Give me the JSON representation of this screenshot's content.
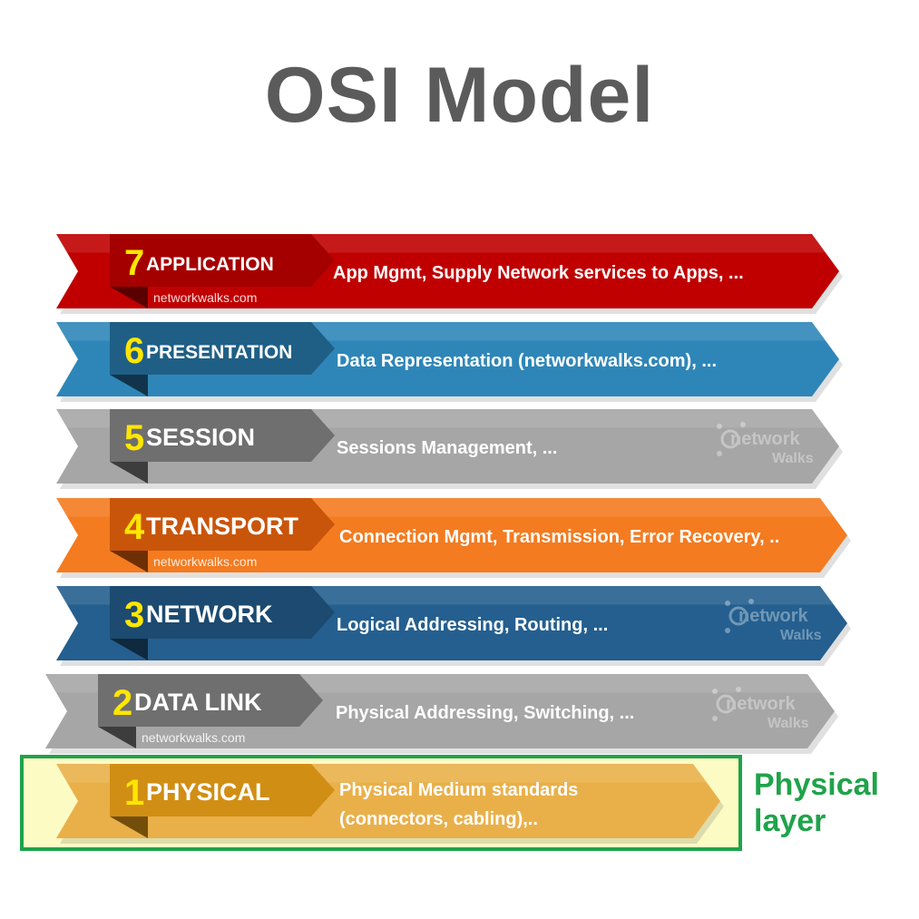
{
  "title": "OSI Model",
  "watermark_text": "networkwalks.com",
  "logo": {
    "line1": "network",
    "line2": "Walks"
  },
  "highlight": {
    "label_line1": "Physical",
    "label_line2": "layer",
    "color": "#1fa34a",
    "fill": "#fdfbc4"
  },
  "layers": [
    {
      "number": "7",
      "name": "APPLICATION",
      "description": [
        "App Mgmt, Supply Network services to Apps, ..."
      ],
      "color": "#c00000",
      "tab_color": "#a40000",
      "watermark": true,
      "logo": false
    },
    {
      "number": "6",
      "name": "PRESENTATION",
      "description": [
        "Data Representation (networkwalks.com), ..."
      ],
      "color": "#2e86b8",
      "tab_color": "#1f5f86",
      "watermark": false,
      "logo": false
    },
    {
      "number": "5",
      "name": "SESSION",
      "description": [
        "Sessions Management, ..."
      ],
      "color": "#a6a6a6",
      "tab_color": "#6f6f6f",
      "watermark": false,
      "logo": true
    },
    {
      "number": "4",
      "name": "TRANSPORT",
      "description": [
        "Connection Mgmt, Transmission, Error Recovery, .."
      ],
      "color": "#f47b20",
      "tab_color": "#c9550b",
      "watermark": true,
      "logo": false
    },
    {
      "number": "3",
      "name": "NETWORK",
      "description": [
        "Logical Addressing, Routing, ..."
      ],
      "color": "#245f8f",
      "tab_color": "#1c4a70",
      "watermark": false,
      "logo": true
    },
    {
      "number": "2",
      "name": "DATA LINK",
      "description": [
        "Physical Addressing, Switching, ..."
      ],
      "color": "#a6a6a6",
      "tab_color": "#6f6f6f",
      "watermark": true,
      "logo": true
    },
    {
      "number": "1",
      "name": "PHYSICAL",
      "description": [
        "Physical Medium standards",
        "(connectors, cabling),.."
      ],
      "color": "#e9b04a",
      "tab_color": "#d18e14",
      "watermark": false,
      "logo": false
    }
  ]
}
